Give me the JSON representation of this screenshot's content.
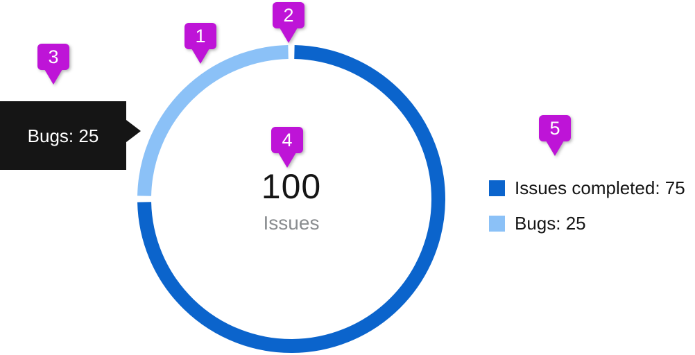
{
  "chart_data": {
    "type": "pie",
    "variant": "donut",
    "center_title": "100",
    "center_subtitle": "Issues",
    "series": [
      {
        "name": "Issues completed",
        "value": 75,
        "color": "#0b64cc"
      },
      {
        "name": "Bugs",
        "value": 25,
        "color": "#8bc1f7"
      }
    ],
    "total": 100,
    "legend": [
      {
        "label": "Issues completed: 75",
        "color": "#0b64cc"
      },
      {
        "label": "Bugs: 25",
        "color": "#8bc1f7"
      }
    ],
    "legend_position": "right",
    "start_angle_deg": 0,
    "pad_angle_deg": 2.4
  },
  "tooltip": {
    "text": "Bugs: 25"
  },
  "callouts": [
    {
      "number": "1",
      "target": "bugs-segment"
    },
    {
      "number": "2",
      "target": "segment-pad-gap"
    },
    {
      "number": "3",
      "target": "tooltip"
    },
    {
      "number": "4",
      "target": "center-label"
    },
    {
      "number": "5",
      "target": "legend"
    }
  ],
  "colors": {
    "page_bg": "#ffffff",
    "callout": "#be14d7",
    "tooltip_bg": "#151515",
    "tooltip_text": "#ffffff",
    "title_color": "#151515",
    "subtitle_color": "#8a8d90",
    "legend_text": "#151515"
  }
}
